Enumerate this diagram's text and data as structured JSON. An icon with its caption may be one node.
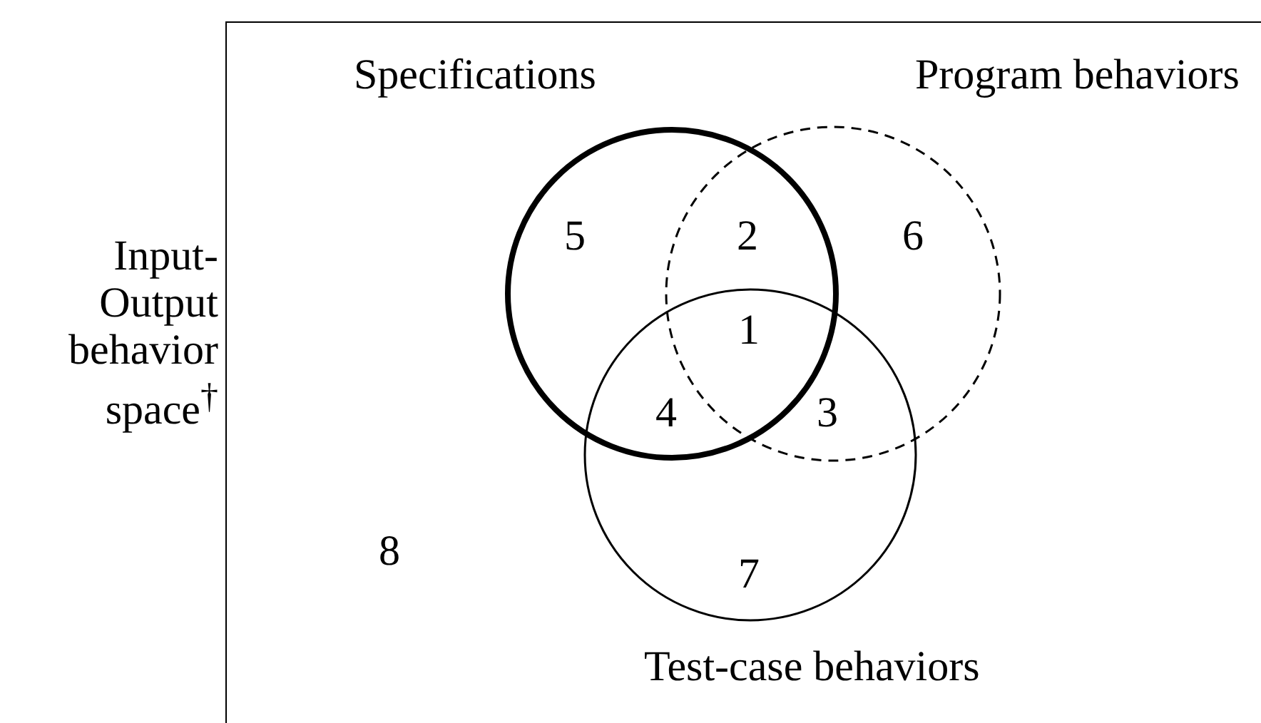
{
  "diagram": {
    "nodes": [
      {
        "text": [
          "Input-Output behavior space$^{†}$"
        ]
      },
      {
        "text": [
          "Specifications"
        ],
        "in": 0
      },
      {
        "text": [
          "Program behaviors"
        ],
        "in": 0
      },
      {
        "text": [
          "Test-case behaviors"
        ],
        "in": 0
      }
    ],
    "labels": [
      "5",
      "2",
      "6",
      "1",
      "4",
      "3",
      "8",
      "7"
    ]
  }
}
